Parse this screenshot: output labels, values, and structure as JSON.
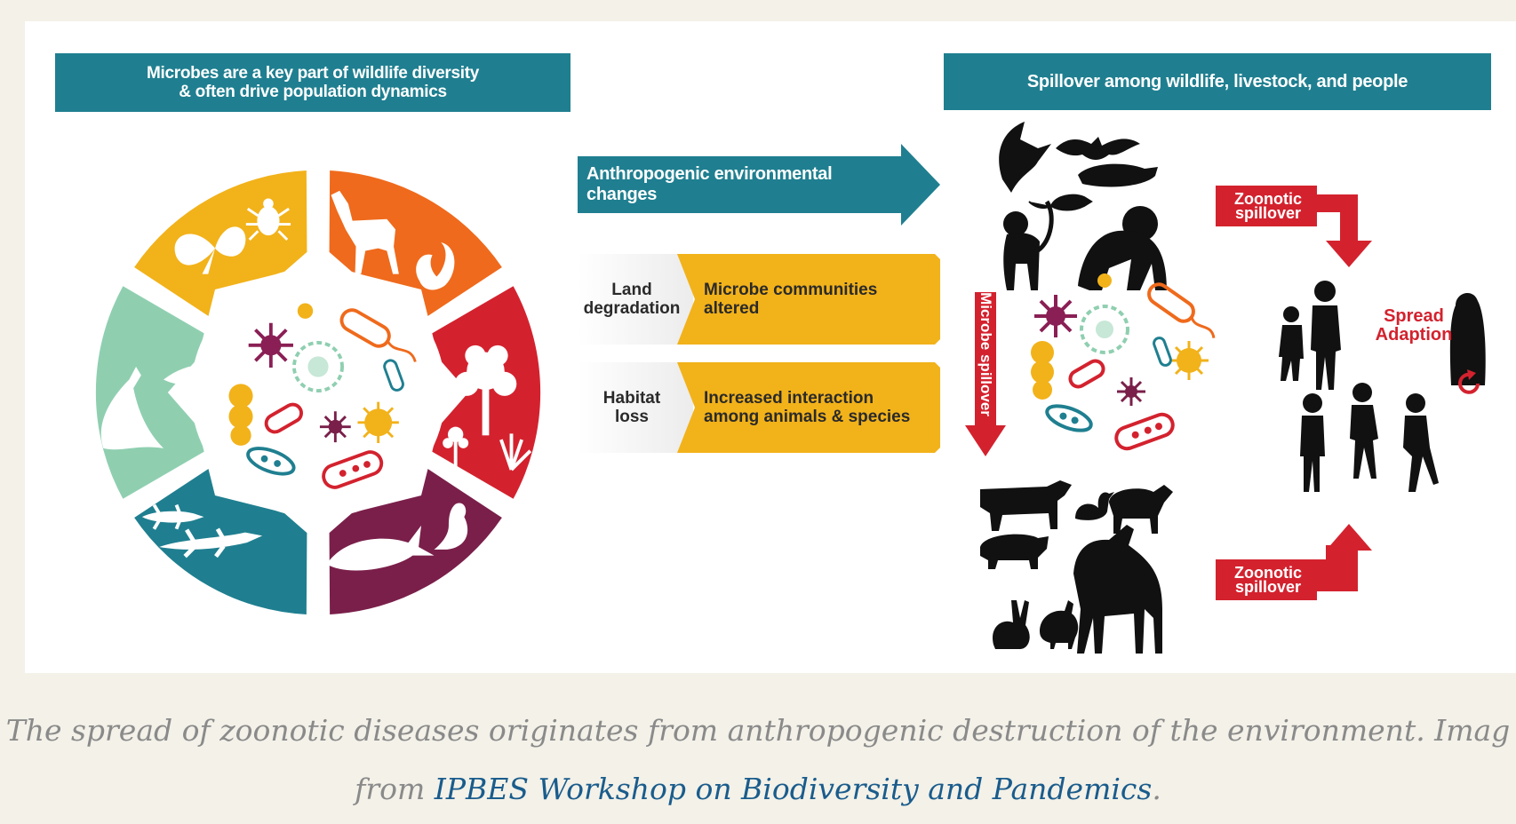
{
  "diagram": {
    "left_banner": {
      "line1": "Microbes are a key part of wildlife diversity",
      "line2": "& often drive population dynamics"
    },
    "right_banner": "Spillover among wildlife, livestock, and people",
    "main_arrow_label": "Anthropogenic environmental changes",
    "factors": [
      {
        "cause_line1": "Land",
        "cause_line2": "degradation",
        "effect_line1": "Microbe communities",
        "effect_line2": "altered"
      },
      {
        "cause_line1": "Habitat",
        "cause_line2": "loss",
        "effect_line1": "Increased interaction",
        "effect_line2": "among animals & species"
      }
    ],
    "zoonotic_top": {
      "line1": "Zoonotic",
      "line2": "spillover"
    },
    "zoonotic_bottom": {
      "line1": "Zoonotic",
      "line2": "spillover"
    },
    "microbe_spillover": "Microbe spillover",
    "spread": {
      "line1": "Spread",
      "line2": "Adaption"
    },
    "colors": {
      "teal": "#1f7f90",
      "amber": "#f2b21a",
      "red": "#d3222e",
      "wheel_yellow": "#f2b21a",
      "wheel_orange": "#ef6a1c",
      "wheel_red": "#d3222e",
      "wheel_plum": "#7a1f4a",
      "wheel_teal": "#1f7f90",
      "wheel_mint": "#8fcfb0"
    },
    "icons": [
      "moth-icon",
      "tick-icon",
      "deer-icon",
      "squirrel-icon",
      "tree-icon",
      "flower-icon",
      "whale-icon",
      "seal-icon",
      "lizard-icon",
      "salamander-icon",
      "goose-icon",
      "bird-icon",
      "bat-icon",
      "monkey-icon",
      "chimpanzee-icon",
      "rat-icon",
      "cow-icon",
      "pig-icon",
      "horse-icon",
      "sheep-icon",
      "chicken-icon",
      "rabbit-icon",
      "duck-icon",
      "people-icon",
      "microbe-icon"
    ]
  },
  "caption": {
    "line1": "The spread of zoonotic diseases originates from anthropogenic destruction of the environment. Imag",
    "line2_prefix": "from ",
    "link_text": "IPBES Workshop on Biodiversity and Pandemics",
    "line2_suffix": "."
  }
}
